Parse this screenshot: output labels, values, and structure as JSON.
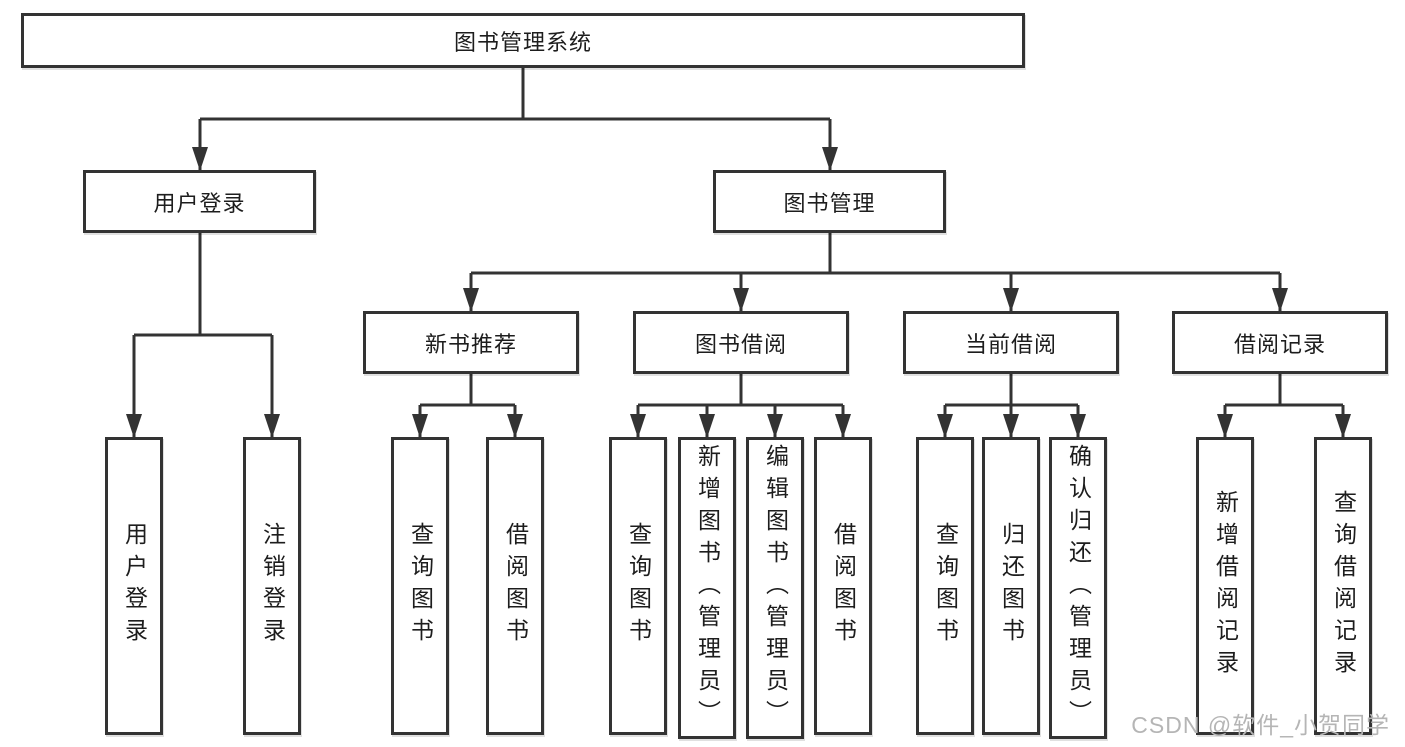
{
  "nodes": {
    "root": "图书管理系统",
    "user_login": "用户登录",
    "book_mgmt": "图书管理",
    "new_book_rec": "新书推荐",
    "book_borrow": "图书借阅",
    "current_borrow": "当前借阅",
    "borrow_records": "借阅记录",
    "ul_login": "用户登录",
    "ul_logout": "注销登录",
    "nbr_query": "查询图书",
    "nbr_borrow": "借阅图书",
    "bb_query": "查询图书",
    "bb_add": "新增图书（管理员）",
    "bb_edit": "编辑图书（管理员）",
    "bb_borrow": "借阅图书",
    "cb_query": "查询图书",
    "cb_return": "归还图书",
    "cb_confirm": "确认归还（管理员）",
    "br_add": "新增借阅记录",
    "br_query": "查询借阅记录"
  },
  "structure": {
    "图书管理系统": {
      "用户登录": [
        "用户登录",
        "注销登录"
      ],
      "图书管理": {
        "新书推荐": [
          "查询图书",
          "借阅图书"
        ],
        "图书借阅": [
          "查询图书",
          "新增图书（管理员）",
          "编辑图书（管理员）",
          "借阅图书"
        ],
        "当前借阅": [
          "查询图书",
          "归还图书",
          "确认归还（管理员）"
        ],
        "借阅记录": [
          "新增借阅记录",
          "查询借阅记录"
        ]
      }
    }
  },
  "watermark": "CSDN @软件_小贺同学",
  "colors": {
    "line": "#333333",
    "text": "#1d1d1d",
    "box_bg": "#ffffff",
    "background": "#ffffff",
    "watermark": "#b5b5b5"
  }
}
